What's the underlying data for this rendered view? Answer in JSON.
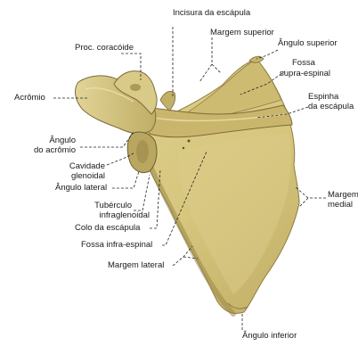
{
  "figure": {
    "colors": {
      "bone": "#d2c27a",
      "bone_light": "#e6d9a0",
      "bone_shadow": "#a89552",
      "bone_dark": "#7d6c36",
      "leader": "#222222"
    }
  },
  "labels": {
    "incisura": "Incisura da escápula",
    "margem_superior": "Margem superior",
    "proc_coracoide": "Proc. coracóide",
    "angulo_superior": "Ângulo superior",
    "fossa_supra_1": "Fossa",
    "fossa_supra_2": "supra-espinal",
    "acromio": "Acrômio",
    "espinha_1": "Espinha",
    "espinha_2": "da escápula",
    "angulo_acromio_1": "Ângulo",
    "angulo_acromio_2": "do acrômio",
    "cavidade_1": "Cavidade",
    "cavidade_2": "glenoidal",
    "angulo_lateral": "Ângulo lateral",
    "tuberculo_1": "Tubérculo",
    "tuberculo_2": "infraglenoidal",
    "colo": "Colo da escápula",
    "fossa_infra": "Fossa infra-espinal",
    "margem_lateral": "Margem lateral",
    "margem_medial_1": "Margem",
    "margem_medial_2": "medial",
    "angulo_inferior": "Ângulo inferior"
  }
}
